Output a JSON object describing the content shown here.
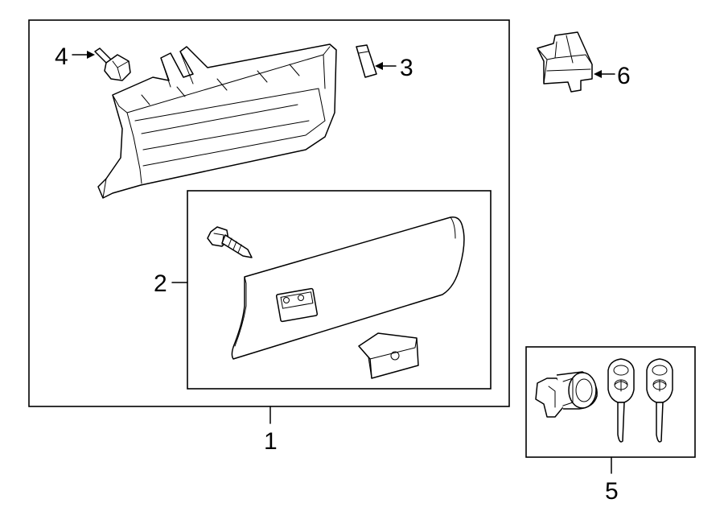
{
  "callouts": {
    "c1": "1",
    "c2": "2",
    "c3": "3",
    "c4": "4",
    "c5": "5",
    "c6": "6"
  },
  "icons": {
    "glove-box-door": "glove-box-door-icon",
    "glove-box-liner": "glove-box-liner-icon",
    "bolt": "bolt-icon",
    "bumper": "bumper-pad-icon",
    "latch": "latch-icon",
    "lock-cylinder": "lock-cylinder-icon",
    "key": "key-icon"
  }
}
